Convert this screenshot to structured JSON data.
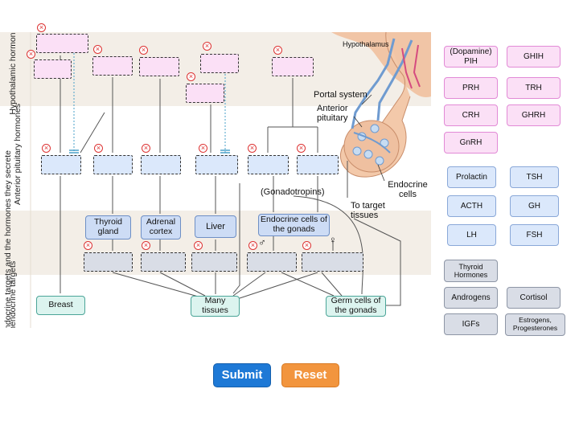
{
  "rows": {
    "hypothalamic": "Hypothalamic hormones",
    "anterior": "Anterior pituitary hormones",
    "endocrine": "Endocrine targets and the hormones they secrete",
    "nonendocrine": "Nonendocrine targets"
  },
  "anatomy": {
    "hypothalamus": "Hypothalamus",
    "portal": "Portal system",
    "anterior_pituitary": "Anterior pituitary",
    "endocrine_cells": "Endocrine cells",
    "to_target": "To target tissues"
  },
  "gonadotropins": "(Gonadotropins)",
  "targets": {
    "thyroid": "Thyroid gland",
    "adrenal": "Adrenal cortex",
    "liver": "Liver",
    "gonads": "Endocrine cells of the gonads",
    "male": "♂",
    "female": "♀"
  },
  "nonendocrine": {
    "breast": "Breast",
    "many": "Many tissues",
    "germ": "Germ cells of the gonads"
  },
  "tiles": {
    "pih": "(Dopamine) PIH",
    "ghih": "GHIH",
    "prh": "PRH",
    "trh": "TRH",
    "crh": "CRH",
    "ghrh": "GHRH",
    "gnrh": "GnRH",
    "prolactin": "Prolactin",
    "tsh": "TSH",
    "acth": "ACTH",
    "gh": "GH",
    "lh": "LH",
    "fsh": "FSH",
    "thyroid_hormones": "Thyroid Hormones",
    "androgens": "Androgens",
    "cortisol": "Cortisol",
    "igfs": "IGFs",
    "estrogens": "Estrogens, Progesterones"
  },
  "buttons": {
    "submit": "Submit",
    "reset": "Reset"
  },
  "remove_glyph": "×",
  "colors": {
    "hypothalamic_tile": "#fbe0f6",
    "pituitary_tile": "#dbe8fb",
    "target_tile": "#d9dde6",
    "submit": "#1e79d6",
    "reset": "#f2953e"
  }
}
